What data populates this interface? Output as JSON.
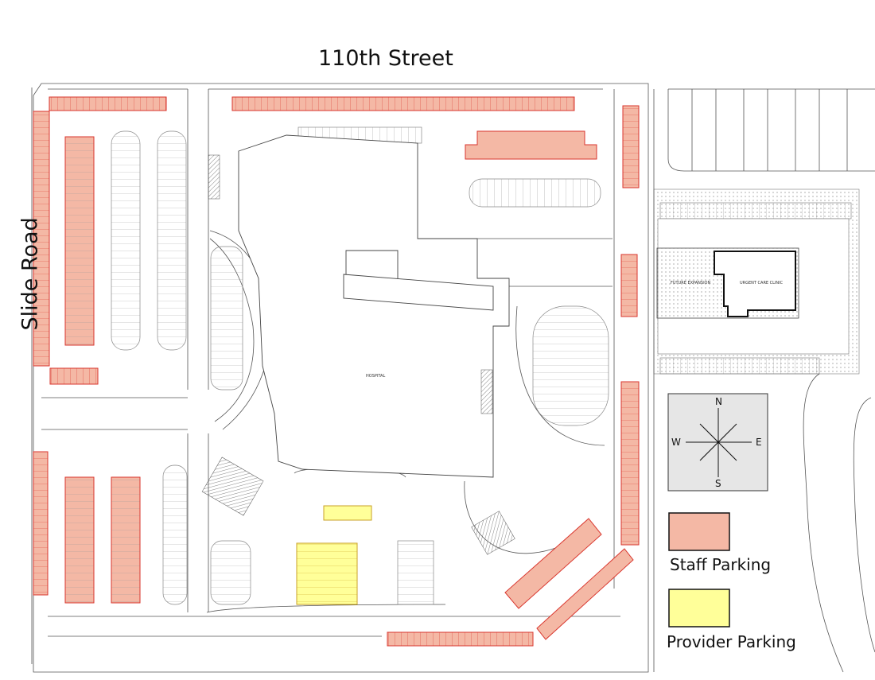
{
  "map": {
    "streets": {
      "top": "110th Street",
      "left": "Slide Road"
    },
    "buildings": {
      "hospital": "HOSPITAL",
      "future_expansion": "FUTURE EXPANSION",
      "urgent_care": "URGENT CARE CLINIC"
    },
    "compass": {
      "n": "N",
      "s": "S",
      "e": "E",
      "w": "W"
    },
    "legend": [
      {
        "label": "Staff Parking",
        "color": "#f4b8a5"
      },
      {
        "label": "Provider Parking",
        "color": "#ffff99"
      }
    ],
    "colors": {
      "staff": "#f4b8a5",
      "staff_outline": "#d9362e",
      "provider": "#ffff99",
      "provider_outline": "#c9a227",
      "linework": "#555555",
      "compass_bg": "#e6e6e6"
    }
  }
}
